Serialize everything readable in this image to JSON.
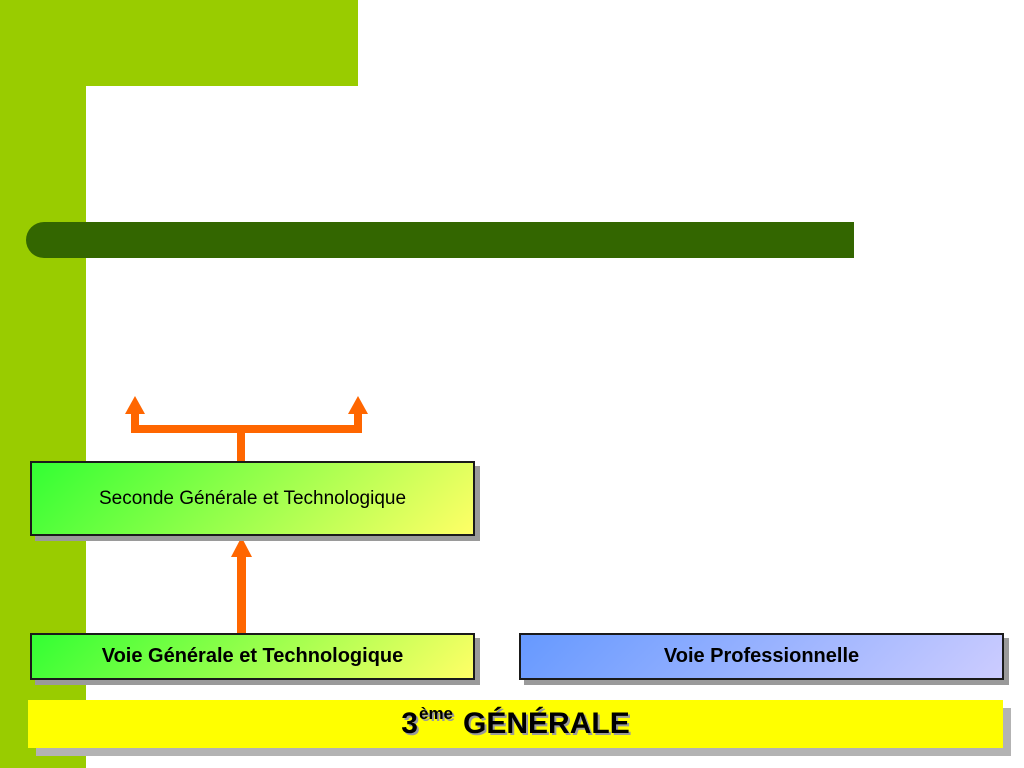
{
  "diagram": {
    "nodes": {
      "seconde": {
        "label": "Seconde Générale et Technologique"
      },
      "gen_tech": {
        "label": "Voie Générale et Technologique"
      },
      "pro": {
        "label": "Voie Professionnelle"
      }
    },
    "banner": {
      "number": "3",
      "superscript": "ème",
      "word": "GÉNÉRALE"
    },
    "edges": [
      {
        "from": "gen_tech",
        "to": "seconde"
      },
      {
        "from": "seconde",
        "to": "branch-left"
      },
      {
        "from": "seconde",
        "to": "branch-right"
      }
    ]
  },
  "colors": {
    "frame_green": "#99cc00",
    "bar_dark_green": "#336600",
    "arrow_orange": "#ff6600",
    "general_gradient": [
      "#33ff33",
      "#ffff66"
    ],
    "pro_gradient": [
      "#6699ff",
      "#ccccff"
    ],
    "banner_yellow": "#ffff00"
  }
}
